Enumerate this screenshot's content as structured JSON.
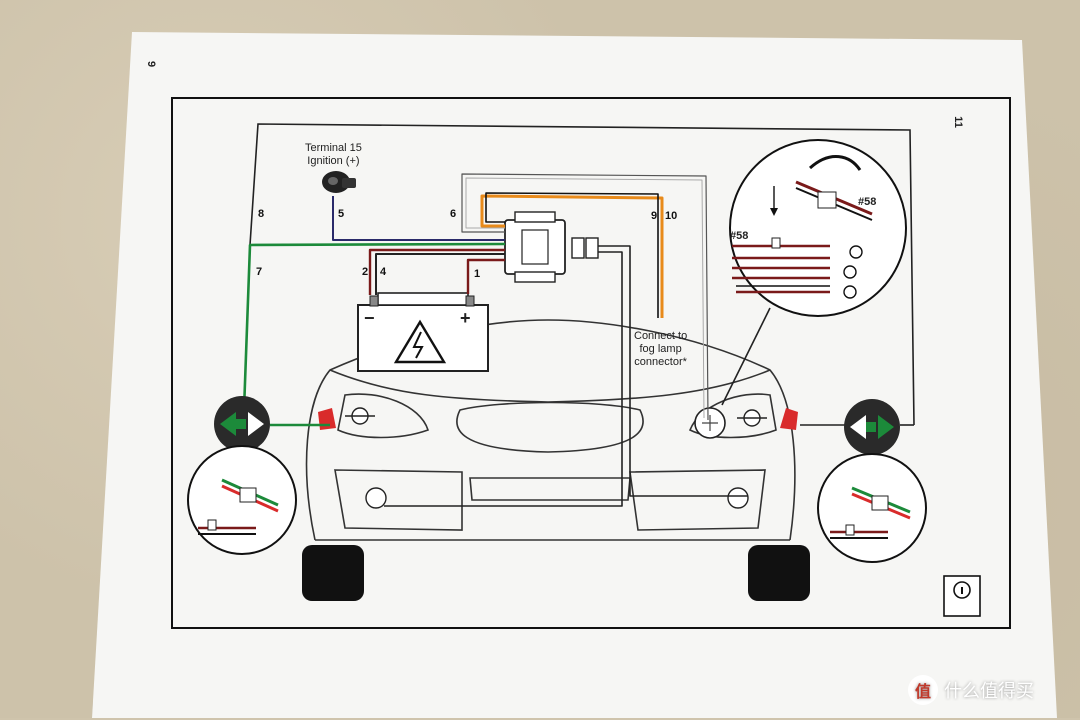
{
  "page": {
    "left_page_number": "9",
    "right_page_number": "11"
  },
  "labels": {
    "terminal_line1": "Terminal 15",
    "terminal_line2": "Ignition (+)",
    "connect_line1": "Connect to",
    "connect_line2": "fog lamp",
    "connect_line3": "connector*",
    "minus": "−",
    "plus": "+",
    "ref58_a": "#58",
    "ref58_b": "#58"
  },
  "wires": {
    "w1": "1",
    "w2": "2",
    "w4": "4",
    "w5": "5",
    "w6": "6",
    "w7": "7",
    "w8": "8",
    "w9": "9",
    "w10": "10"
  },
  "watermark": {
    "badge": "值",
    "text": "什么值得买"
  },
  "colors": {
    "green": "#1c8a3a",
    "dark_red": "#7a1a1a",
    "orange": "#e88a1a",
    "navy": "#2a2a6a",
    "black": "#111111"
  }
}
